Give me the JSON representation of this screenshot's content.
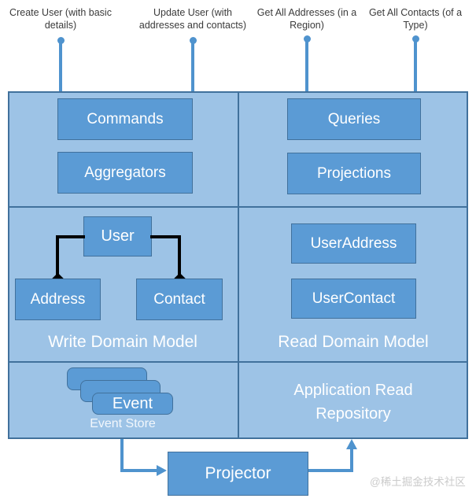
{
  "top_labels": [
    "Create User (with basic details)",
    "Update User (with addresses and contacts)",
    "Get All Addresses (in a Region)",
    "Get All Contacts (of a Type)"
  ],
  "write_side": {
    "commands": "Commands",
    "aggregators": "Aggregators",
    "user": "User",
    "address": "Address",
    "contact": "Contact",
    "domain_label": "Write Domain Model",
    "event": "Event",
    "event_store_label": "Event Store"
  },
  "read_side": {
    "queries": "Queries",
    "projections": "Projections",
    "user_address": "UserAddress",
    "user_contact": "UserContact",
    "domain_label": "Read Domain Model",
    "repository_label": "Application Read Repository"
  },
  "projector": "Projector",
  "watermark": "@稀土掘金技术社区",
  "colors": {
    "container_fill": "#9DC3E6",
    "box_fill": "#5B9BD5",
    "box_border": "#41719C",
    "flow_line_blue": "#4F93CE",
    "tree_line_black": "#000000",
    "label_text": "#3B3B3B",
    "box_text": "#FFFFFF",
    "watermark_text": "#CBCBCB"
  }
}
